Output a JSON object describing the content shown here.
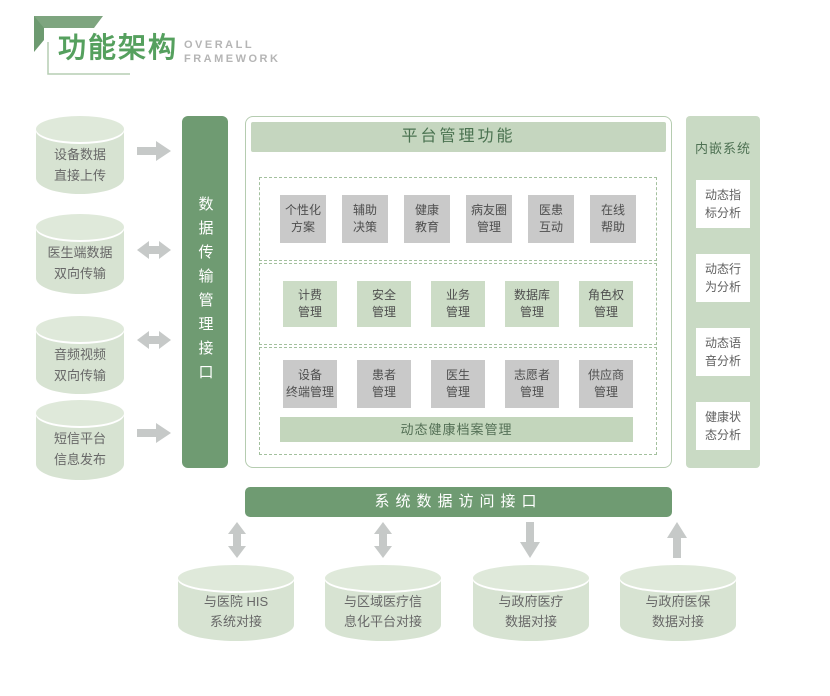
{
  "header": {
    "title": "功能架构",
    "subtitle_line1": "OVERALL",
    "subtitle_line2": "FRAMEWORK"
  },
  "left_sources": [
    {
      "line1": "设备数据",
      "line2": "直接上传",
      "arrow": "right"
    },
    {
      "line1": "医生端数据",
      "line2": "双向传输",
      "arrow": "both"
    },
    {
      "line1": "音频视频",
      "line2": "双向传输",
      "arrow": "both"
    },
    {
      "line1": "短信平台",
      "line2": "信息发布",
      "arrow": "right"
    }
  ],
  "data_transfer_bar": {
    "label": "数据传输管理接口"
  },
  "platform": {
    "title": "平台管理功能",
    "row1": [
      {
        "line1": "个性化",
        "line2": "方案"
      },
      {
        "line1": "辅助",
        "line2": "决策"
      },
      {
        "line1": "健康",
        "line2": "教育"
      },
      {
        "line1": "病友圈",
        "line2": "管理"
      },
      {
        "line1": "医患",
        "line2": "互动"
      },
      {
        "line1": "在线",
        "line2": "帮助"
      }
    ],
    "row2": [
      {
        "line1": "计费",
        "line2": "管理"
      },
      {
        "line1": "安全",
        "line2": "管理"
      },
      {
        "line1": "业务",
        "line2": "管理"
      },
      {
        "line1": "数据库",
        "line2": "管理"
      },
      {
        "line1": "角色权",
        "line2": "管理"
      }
    ],
    "row3": [
      {
        "line1": "设备",
        "line2": "终端管理"
      },
      {
        "line1": "患者",
        "line2": "管理"
      },
      {
        "line1": "医生",
        "line2": "管理"
      },
      {
        "line1": "志愿者",
        "line2": "管理"
      },
      {
        "line1": "供应商",
        "line2": "管理"
      }
    ],
    "archive_bar": "动态健康档案管理"
  },
  "embedded_panel": {
    "title": "内嵌系统",
    "items": [
      {
        "line1": "动态指",
        "line2": "标分析"
      },
      {
        "line1": "动态行",
        "line2": "为分析"
      },
      {
        "line1": "动态语",
        "line2": "音分析"
      },
      {
        "line1": "健康状",
        "line2": "态分析"
      }
    ]
  },
  "access_bar": {
    "label": "系统数据访问接口"
  },
  "bottom_systems": [
    {
      "line1": "与医院 HIS",
      "line2": "系统对接",
      "arrow": "both"
    },
    {
      "line1": "与区域医疗信",
      "line2": "息化平台对接",
      "arrow": "both"
    },
    {
      "line1": "与政府医疗",
      "line2": "数据对接",
      "arrow": "down"
    },
    {
      "line1": "与政府医保",
      "line2": "数据对接",
      "arrow": "up"
    }
  ],
  "colors": {
    "accent_green": "#6f9b72",
    "panel_green": "#c9dac4",
    "header_bar_green": "#c5d6bf",
    "light_green_box": "#ccdcc6",
    "archive_bar_green": "#c3d6bc",
    "cylinder_green": "#d7e3d2",
    "gray_box": "#c9c9c9",
    "arrow_gray": "#c6c9c8",
    "title_green": "#55a05e",
    "subtitle_gray": "#b5b5b5"
  }
}
